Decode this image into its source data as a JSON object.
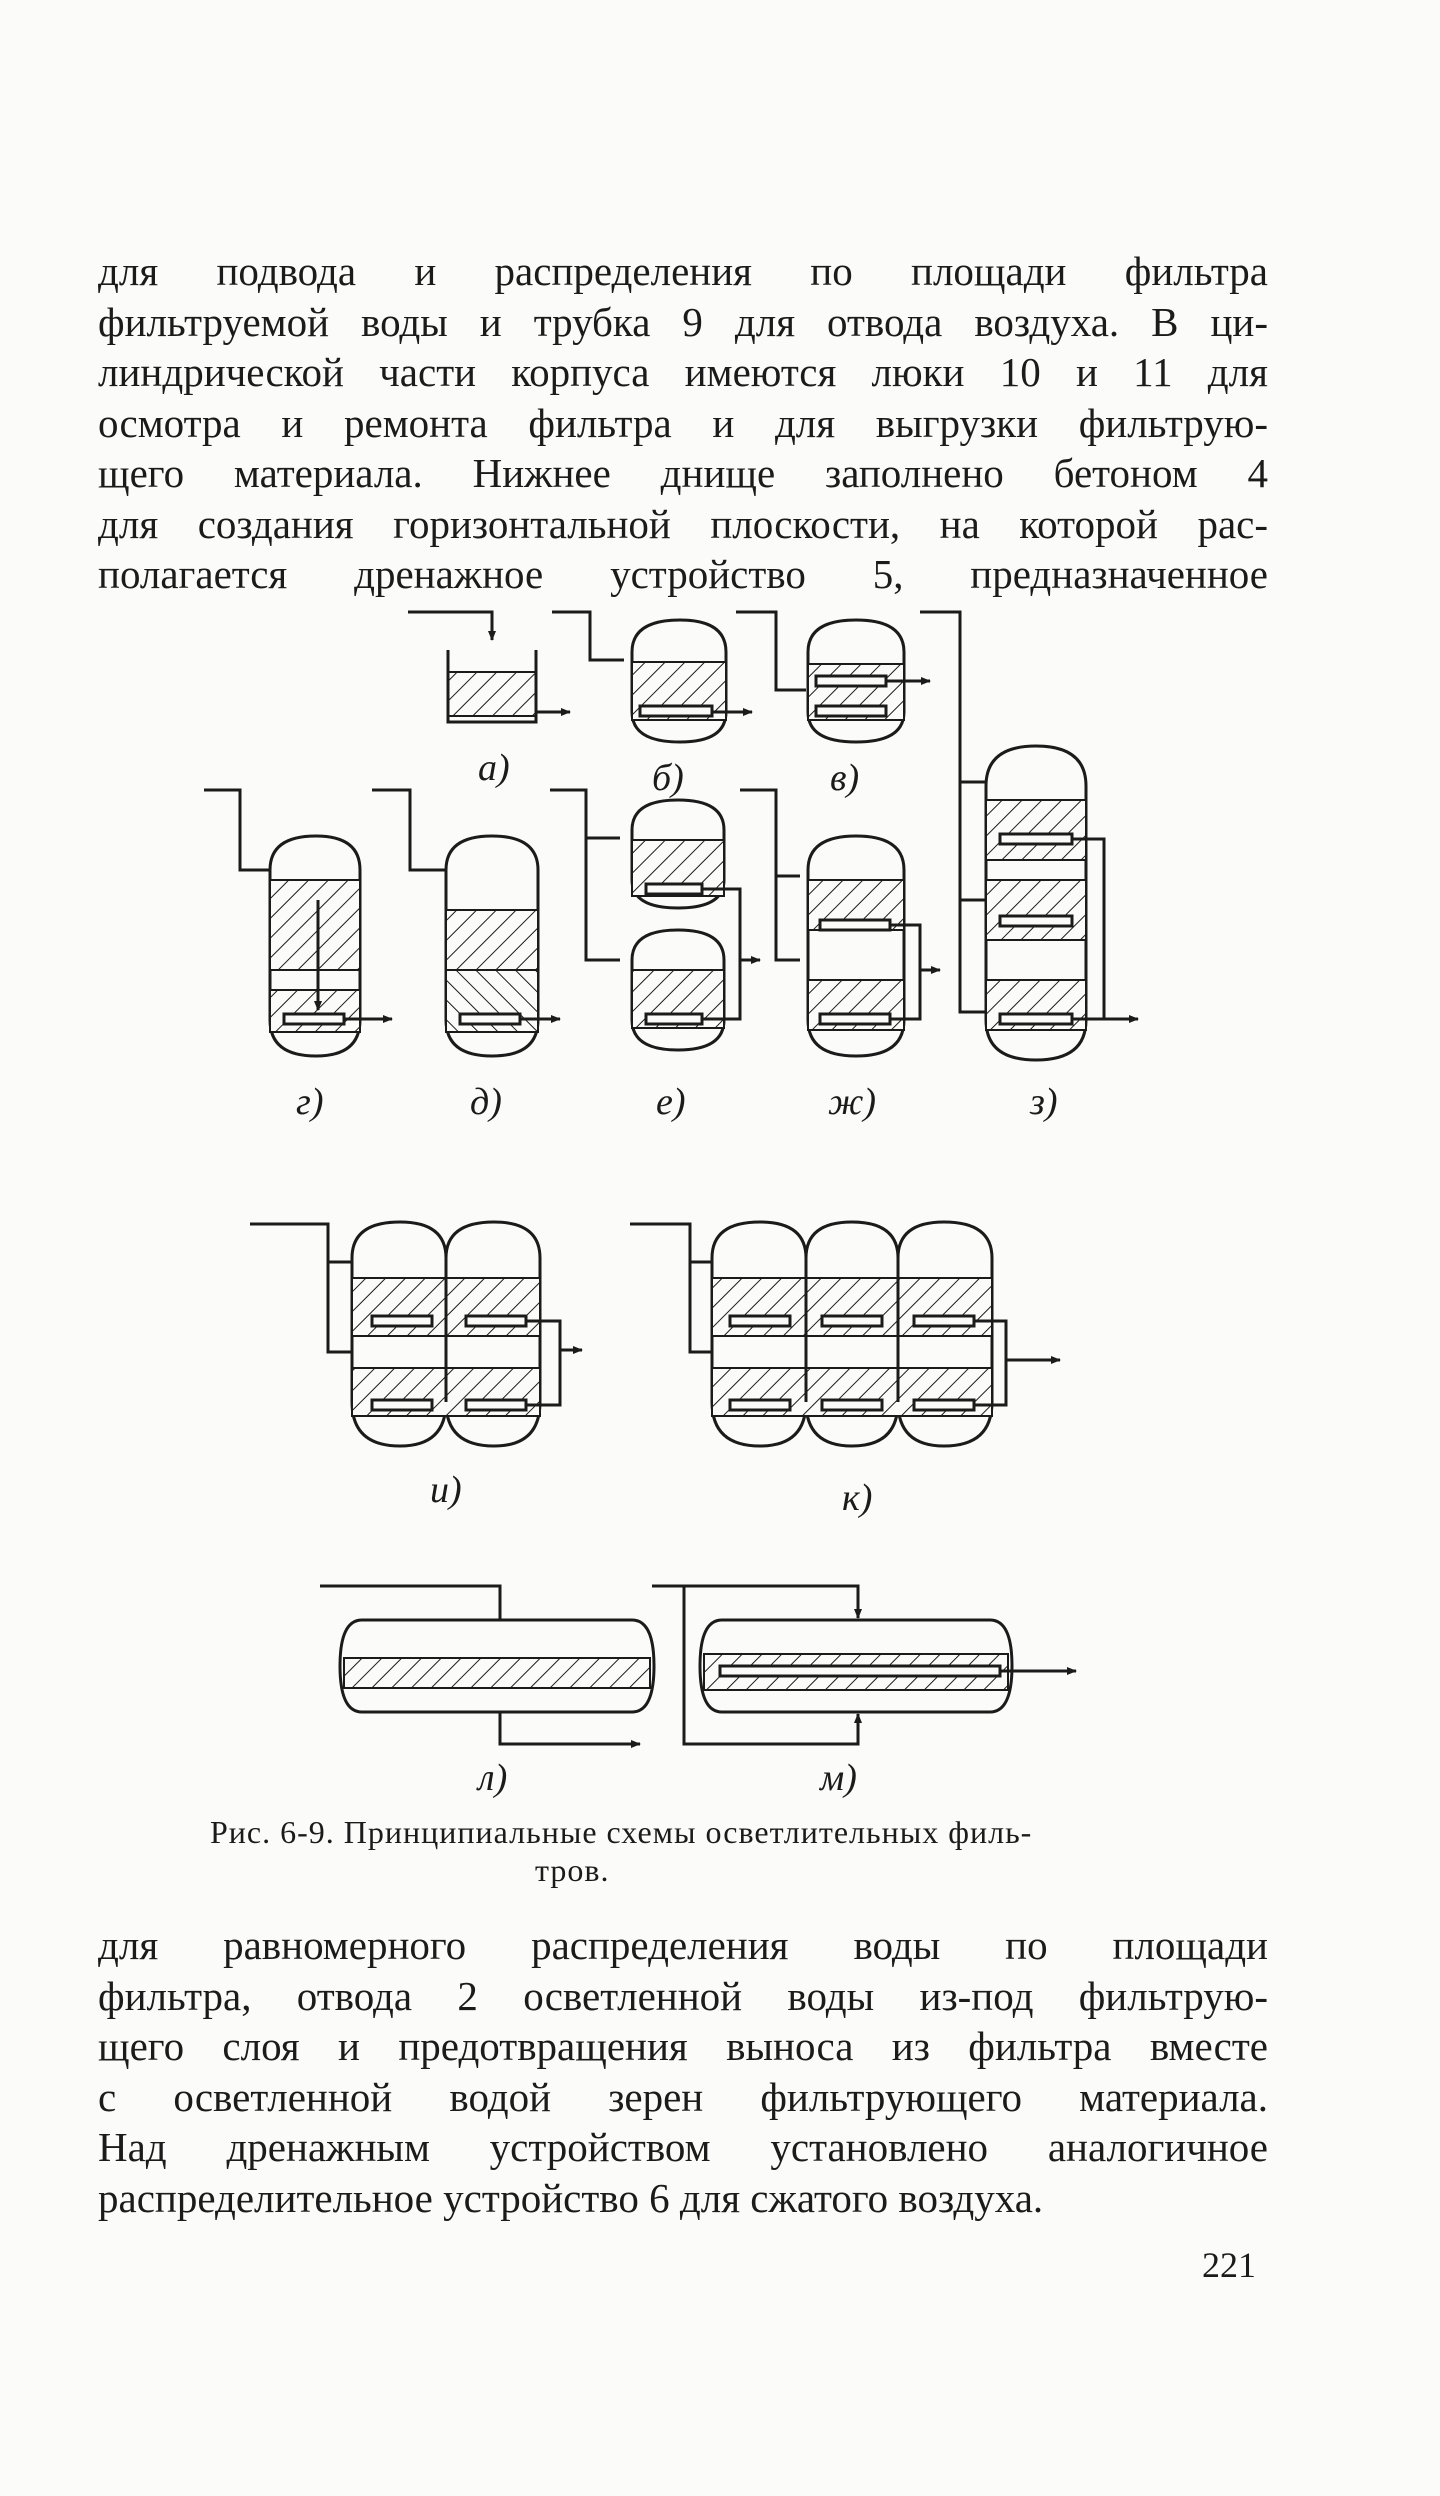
{
  "paragraph_top": [
    "для подвода и распределения по площади фильтра",
    "фильтруемой воды и трубка 9 для отвода воздуха. В ци-",
    "линдрической части корпуса имеются люки 10 и 11 для",
    "осмотра и ремонта фильтра и для выгрузки фильтрую-",
    "щего материала. Нижнее днище заполнено бетоном 4",
    "для создания горизонтальной плоскости, на которой рас-",
    "полагается дренажное устройство 5, предназначенное"
  ],
  "figure_labels": {
    "a": "а)",
    "b": "б)",
    "v": "в)",
    "g": "г)",
    "d": "д)",
    "e": "е)",
    "zh": "ж)",
    "z": "з)",
    "i": "и)",
    "k": "к)",
    "l": "л)",
    "m": "м)"
  },
  "caption": {
    "line1": "Рис. 6-9. Принципиальные схемы осветлительных филь-",
    "line2": "тров."
  },
  "paragraph_bottom": [
    "для равномерного распределения воды по площади",
    "фильтра, отвода 2 осветленной воды из-под фильтрую-",
    "щего слоя и предотвращения выноса из фильтра вместе",
    "с осветленной водой зерен фильтрующего материала.",
    "Над дренажным устройством установлено аналогичное",
    "распределительное устройство 6 для сжатого воздуха."
  ],
  "page_number": "221"
}
